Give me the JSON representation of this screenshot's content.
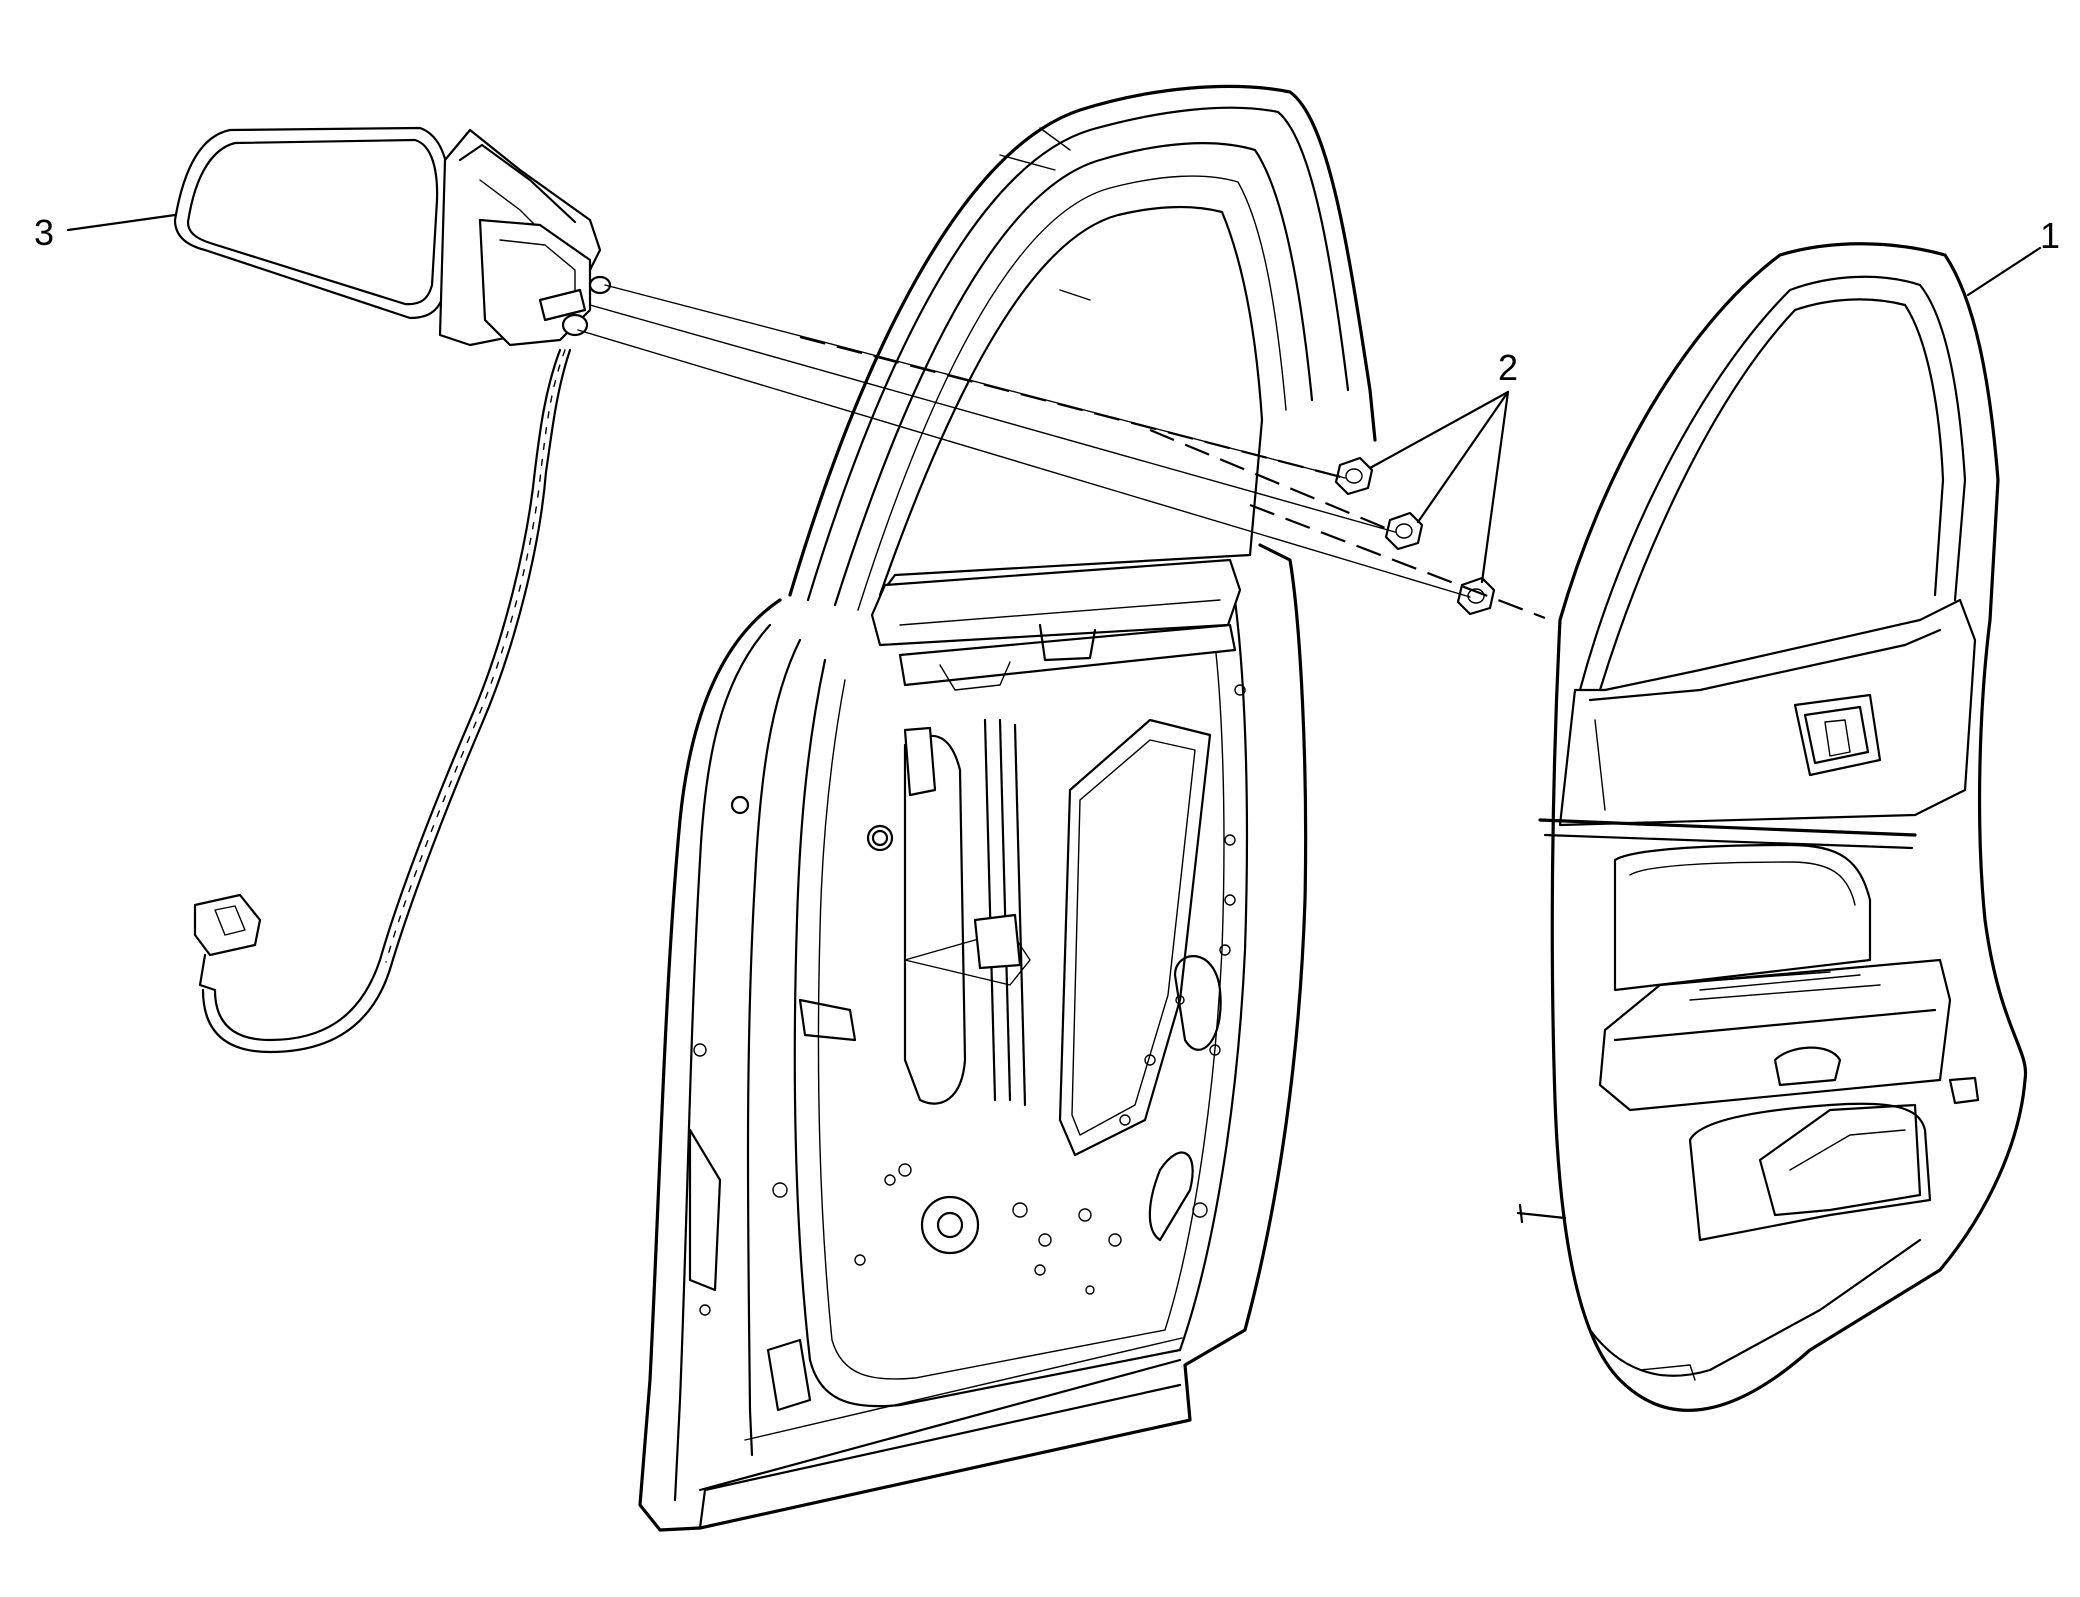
{
  "callouts": [
    {
      "id": "1",
      "label": "1",
      "part": "door-trim-panel"
    },
    {
      "id": "2",
      "label": "2",
      "part": "mirror-nuts"
    },
    {
      "id": "3",
      "label": "3",
      "part": "outside-rearview-mirror"
    }
  ],
  "colors": {
    "line": "#000000",
    "background": "#ffffff"
  }
}
